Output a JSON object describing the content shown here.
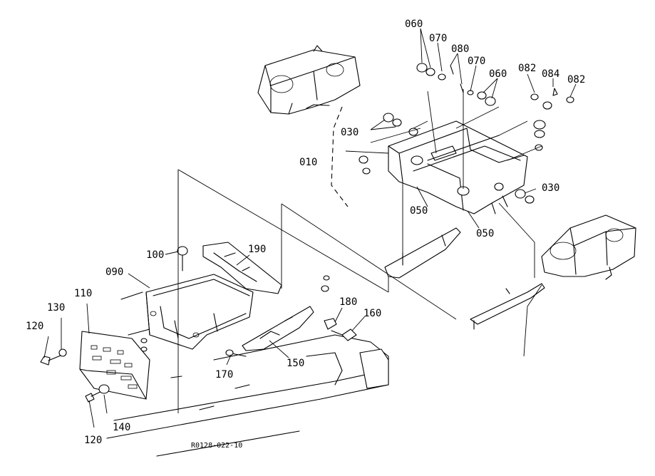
{
  "labels": {
    "p010": "010",
    "p030a": "030",
    "p030b": "030",
    "p050a": "050",
    "p050b": "050",
    "p060a": "060",
    "p060b": "060",
    "p070a": "070",
    "p070b": "070",
    "p080": "080",
    "p082a": "082",
    "p082b": "082",
    "p084": "084",
    "p090": "090",
    "p100": "100",
    "p110": "110",
    "p120a": "120",
    "p120b": "120",
    "p130": "130",
    "p140": "140",
    "p150": "150",
    "p160": "160",
    "p170": "170",
    "p180": "180",
    "p190": "190"
  },
  "doc_code": "R0128-022-10"
}
